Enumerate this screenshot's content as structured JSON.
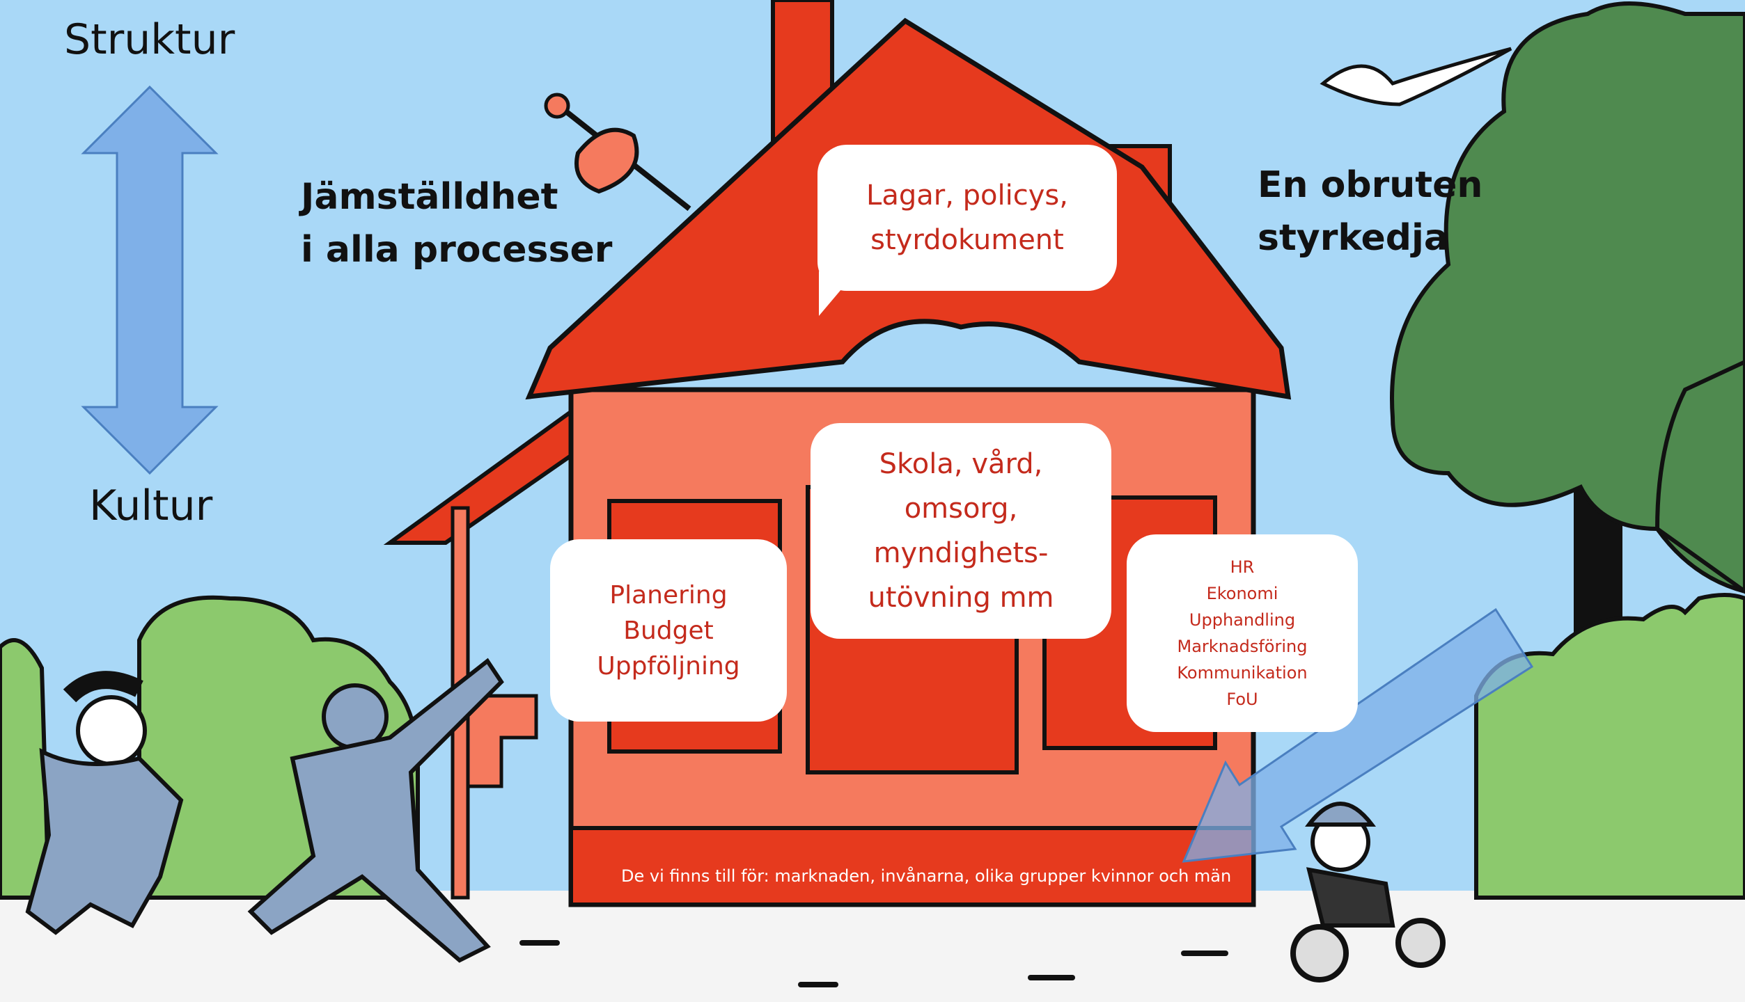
{
  "axis": {
    "top": "Struktur",
    "bottom": "Kultur"
  },
  "headings": {
    "left": [
      "Jämställdhet",
      "i alla processer"
    ],
    "right": [
      "En obruten",
      "styrkedja"
    ]
  },
  "cards": {
    "roof": [
      "Lagar, policys,",
      "styrdokument"
    ],
    "center": [
      "Skola, vård,",
      "omsorg,",
      "myndighets-",
      "utövning mm"
    ],
    "left": [
      "Planering",
      "Budget",
      "Uppföljning"
    ],
    "right": [
      "HR",
      "Ekonomi",
      "Upphandling",
      "Marknadsföring",
      "Kommunikation",
      "FoU"
    ]
  },
  "footer": "De vi finns till för: marknaden, invånarna, olika grupper kvinnor och män",
  "colors": {
    "sky": "#a9d8f7",
    "roof": "#e63a1e",
    "wall": "#f57a5e",
    "window": "#e63a1e",
    "arrow": "#7fb0e8",
    "tree": "#4f8a4f",
    "bush": "#8cc96d",
    "card_text": "#c42a1c"
  },
  "icons": [
    "double-arrow-icon",
    "diagonal-arrow-icon",
    "house-illustration",
    "satellite-dish-icon",
    "seagull-icon",
    "tree-illustration",
    "bush-illustration",
    "people-illustration",
    "child-tricycle-illustration"
  ]
}
